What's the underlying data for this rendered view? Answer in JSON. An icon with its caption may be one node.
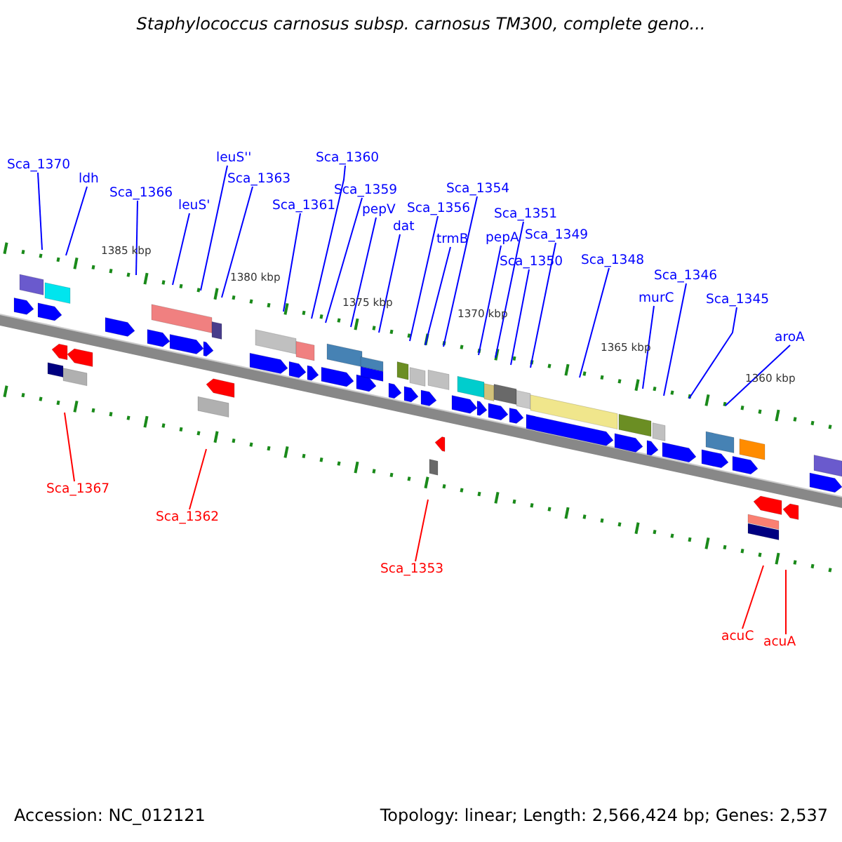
{
  "diagram": {
    "title": "Staphylococcus carnosus subsp. carnosus TM300, complete geno...",
    "nodes": [
      {
        "text": [
          "Sca_1370"
        ]
      },
      {
        "text": [
          "ldh"
        ]
      },
      {
        "text": [
          "Sca_1366"
        ]
      },
      {
        "text": [
          "leuS'"
        ]
      },
      {
        "text": [
          "leuS''"
        ]
      },
      {
        "text": [
          "Sca_1363"
        ]
      },
      {
        "text": [
          "Sca_1361"
        ]
      },
      {
        "text": [
          "Sca_1360"
        ]
      },
      {
        "text": [
          "Sca_1359"
        ]
      },
      {
        "text": [
          "pepV"
        ]
      },
      {
        "text": [
          "dat"
        ]
      },
      {
        "text": [
          "Sca_1356"
        ]
      },
      {
        "text": [
          "trmB"
        ]
      },
      {
        "text": [
          "Sca_1354"
        ]
      },
      {
        "text": [
          "Sca_1351"
        ]
      },
      {
        "text": [
          "pepA"
        ]
      },
      {
        "text": [
          "Sca_1349"
        ]
      },
      {
        "text": [
          "Sca_1350"
        ]
      },
      {
        "text": [
          "Sca_1348"
        ]
      },
      {
        "text": [
          "Sca_1346"
        ]
      },
      {
        "text": [
          "murC"
        ]
      },
      {
        "text": [
          "Sca_1345"
        ]
      },
      {
        "text": [
          "aroA"
        ]
      },
      {
        "text": [
          "Sca_1367"
        ]
      },
      {
        "text": [
          "Sca_1362"
        ]
      },
      {
        "text": [
          "Sca_1353"
        ]
      },
      {
        "text": [
          "acuC"
        ]
      },
      {
        "text": [
          "acuA"
        ]
      }
    ],
    "edges": [
      {
        "from": 0,
        "to": null,
        "arrow": "none"
      },
      {
        "from": 1,
        "to": null,
        "arrow": "none"
      },
      {
        "from": 2,
        "to": null,
        "arrow": "none"
      },
      {
        "from": 3,
        "to": null,
        "arrow": "none"
      },
      {
        "from": 4,
        "to": null,
        "arrow": "none"
      },
      {
        "from": 5,
        "to": null,
        "arrow": "none"
      },
      {
        "from": 6,
        "to": null,
        "arrow": "none"
      },
      {
        "from": 7,
        "to": null,
        "arrow": "none"
      },
      {
        "from": 8,
        "to": null,
        "arrow": "none"
      },
      {
        "from": 9,
        "to": null,
        "arrow": "none"
      },
      {
        "from": 10,
        "to": null,
        "arrow": "none"
      },
      {
        "from": 11,
        "to": null,
        "arrow": "none"
      },
      {
        "from": 12,
        "to": null,
        "arrow": "none"
      },
      {
        "from": 13,
        "to": null,
        "arrow": "none"
      },
      {
        "from": 14,
        "to": null,
        "arrow": "none"
      },
      {
        "from": 15,
        "to": null,
        "arrow": "none"
      },
      {
        "from": 16,
        "to": null,
        "arrow": "none"
      },
      {
        "from": 17,
        "to": null,
        "arrow": "none"
      },
      {
        "from": 18,
        "to": null,
        "arrow": "none"
      },
      {
        "from": 19,
        "to": null,
        "arrow": "none"
      },
      {
        "from": 20,
        "to": null,
        "arrow": "none"
      },
      {
        "from": 21,
        "to": null,
        "arrow": "none"
      },
      {
        "from": 22,
        "to": null,
        "arrow": "none"
      },
      {
        "from": 23,
        "to": null,
        "arrow": "none",
        "color": "#ff0000"
      },
      {
        "from": 24,
        "to": null,
        "arrow": "none",
        "color": "#ff0000"
      },
      {
        "from": 25,
        "to": null,
        "arrow": "none",
        "color": "#ff0000"
      },
      {
        "from": 26,
        "to": null,
        "arrow": "none",
        "color": "#ff0000"
      },
      {
        "from": 27,
        "to": null,
        "arrow": "none",
        "color": "#ff0000"
      }
    ],
    "labels": [
      "1385 kbp",
      "1380 kbp",
      "1375 kbp",
      "1370 kbp",
      "1365 kbp",
      "1360 kbp",
      "Accession: NC_012121",
      "Topology: linear; Length: 2,566,424 bp; Genes: 2,537"
    ]
  }
}
